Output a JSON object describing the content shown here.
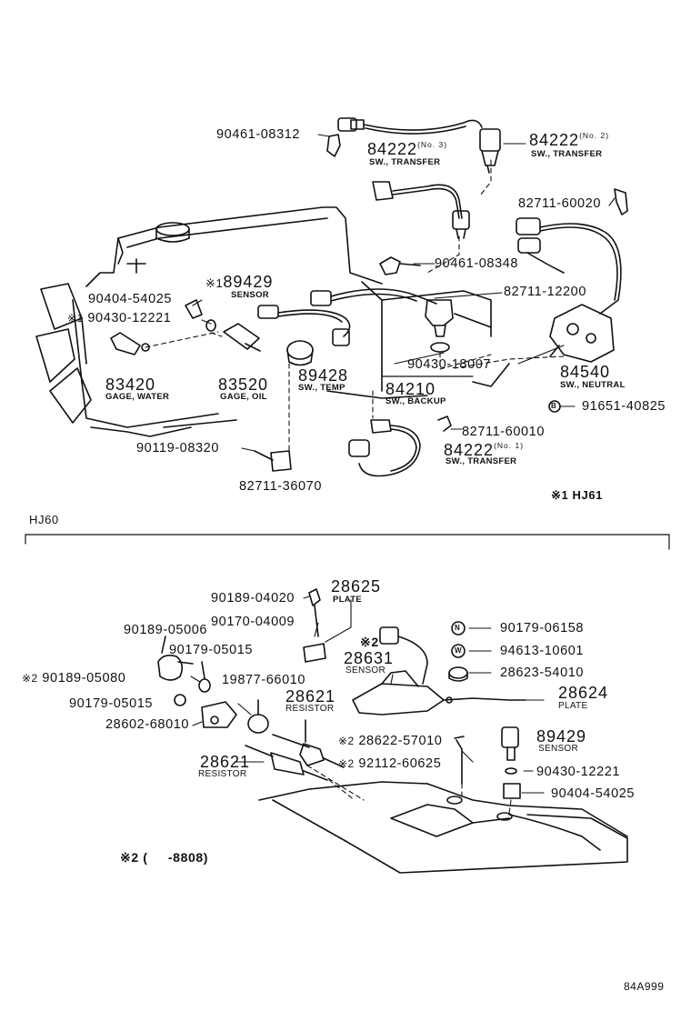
{
  "top": {
    "p_90461_08312": "90461-08312",
    "p_84222_no3": "84222",
    "p_84222_no3_suffix": "(No. 3)",
    "p_84222_no3_desc": "SW., TRANSFER",
    "p_84222_no2": "84222",
    "p_84222_no2_suffix": "(No. 2)",
    "p_84222_no2_desc": "SW., TRANSFER",
    "p_82711_60020": "82711-60020",
    "p_89429": "89429",
    "p_89429_desc": "SENSOR",
    "p_89429_mark": "※1",
    "p_90461_08348": "90461-08348",
    "p_90404_54025": "90404-54025",
    "p_82711_12200": "82711-12200",
    "p_90430_12221": "90430-12221",
    "p_90430_12221_mark": "※1",
    "p_83420": "83420",
    "p_83420_desc": "GAGE, WATER",
    "p_83520": "83520",
    "p_83520_desc": "GAGE, OIL",
    "p_89428": "89428",
    "p_89428_desc": "SW., TEMP",
    "p_90430_18007": "90430-18007",
    "p_84210": "84210",
    "p_84210_desc": "SW., BACKUP",
    "p_84540": "84540",
    "p_84540_desc": "SW., NEUTRAL",
    "p_91651_40825": "91651-40825",
    "p_91651_marker": "B",
    "p_82711_60010": "82711-60010",
    "p_90119_08320": "90119-08320",
    "p_84222_no1": "84222",
    "p_84222_no1_suffix": "(No. 1)",
    "p_84222_no1_desc": "SW., TRANSFER",
    "p_82711_36070": "82711-36070",
    "note_hj61": "※1 HJ61"
  },
  "bottom": {
    "section_label": "HJ60",
    "p_90189_04020": "90189-04020",
    "p_28625": "28625",
    "p_28625_desc": "PLATE",
    "p_90170_04009": "90170-04009",
    "p_90189_05006": "90189-05006",
    "p_90179_06158": "90179-06158",
    "p_90179_06158_marker": "N",
    "p_90179_05015": "90179-05015",
    "p_28631_mark": "※2",
    "p_28631": "28631",
    "p_28631_desc": "SENSOR",
    "p_94613_10601": "94613-10601",
    "p_94613_marker": "W",
    "p_90189_05080": "90189-05080",
    "p_90189_05080_mark": "※2",
    "p_19877_66010": "19877-66010",
    "p_28623_54010": "28623-54010",
    "p_90179_05015b": "90179-05015",
    "p_28621a": "28621",
    "p_28621a_desc": "RESISTOR",
    "p_28624": "28624",
    "p_28624_desc": "PLATE",
    "p_28602_68010": "28602-68010",
    "p_28622_57010": "28622-57010",
    "p_28622_mark": "※2",
    "p_89429": "89429",
    "p_89429_desc": "SENSOR",
    "p_28621b": "28621",
    "p_28621b_desc": "RESISTOR",
    "p_92112_60625": "92112-60625",
    "p_92112_mark": "※2",
    "p_90430_12221": "90430-12221",
    "p_90404_54025": "90404-54025",
    "note_8808": "※2 (     -8808)"
  },
  "figure_code": "84A999"
}
